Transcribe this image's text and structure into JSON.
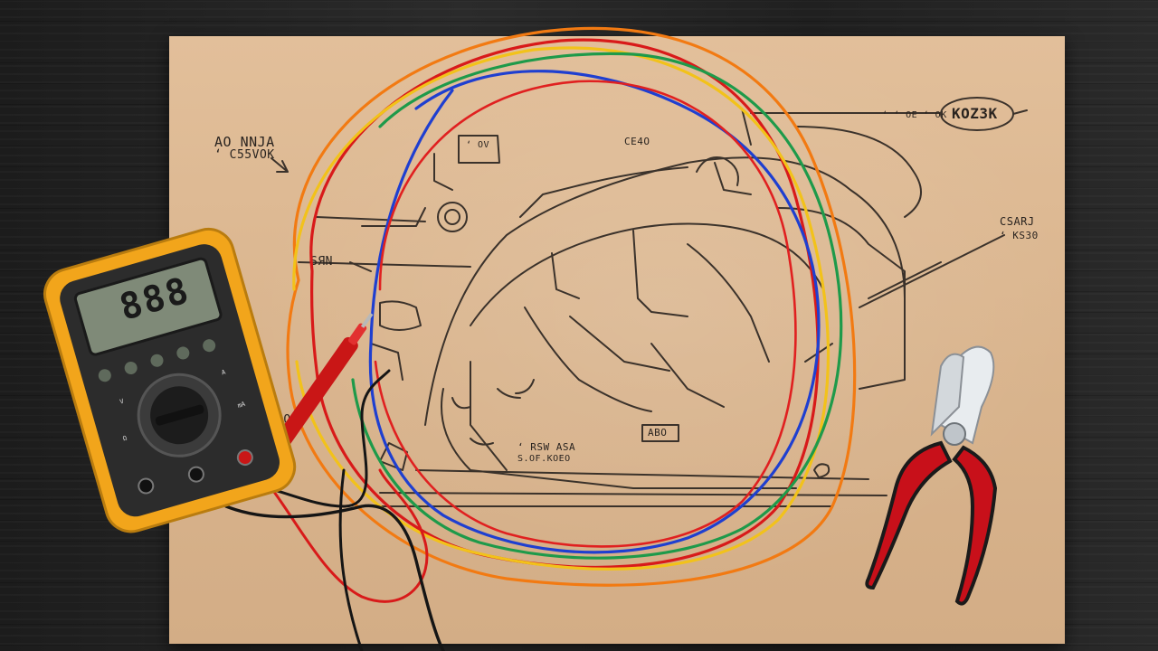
{
  "scene": {
    "description_tags": [
      "wooden-table",
      "cardboard-sheet",
      "wiring-sketch",
      "colored-wires",
      "multimeter",
      "pliers"
    ]
  },
  "labels": {
    "top_left_1": "AO NNJA",
    "top_left_2": "ʻ C55VOK",
    "top_center_small": "CE4O",
    "top_right_small": "ʻ ʻ OE ʻ OK",
    "top_right_oval": "KOZ3K",
    "right_1": "CSARJ",
    "right_2": "ʻ KS30",
    "left_mid": "SЯN",
    "left_small_box": "ʻ OV",
    "bottom_left": "OQ",
    "bottom_center_1": "ʻ RSW ASA",
    "bottom_center_2": "S.OF.KOEO",
    "bottom_box": "ABO"
  },
  "multimeter": {
    "display": "888"
  },
  "colors": {
    "wire_red": "#d81a1a",
    "wire_orange": "#f27a12",
    "wire_yellow": "#f2c21a",
    "wire_green": "#1e9a4a",
    "wire_blue": "#1f3fd0",
    "wire_black": "#151515",
    "multimeter_body": "#f2a51b",
    "pliers_handle": "#c8101a"
  }
}
